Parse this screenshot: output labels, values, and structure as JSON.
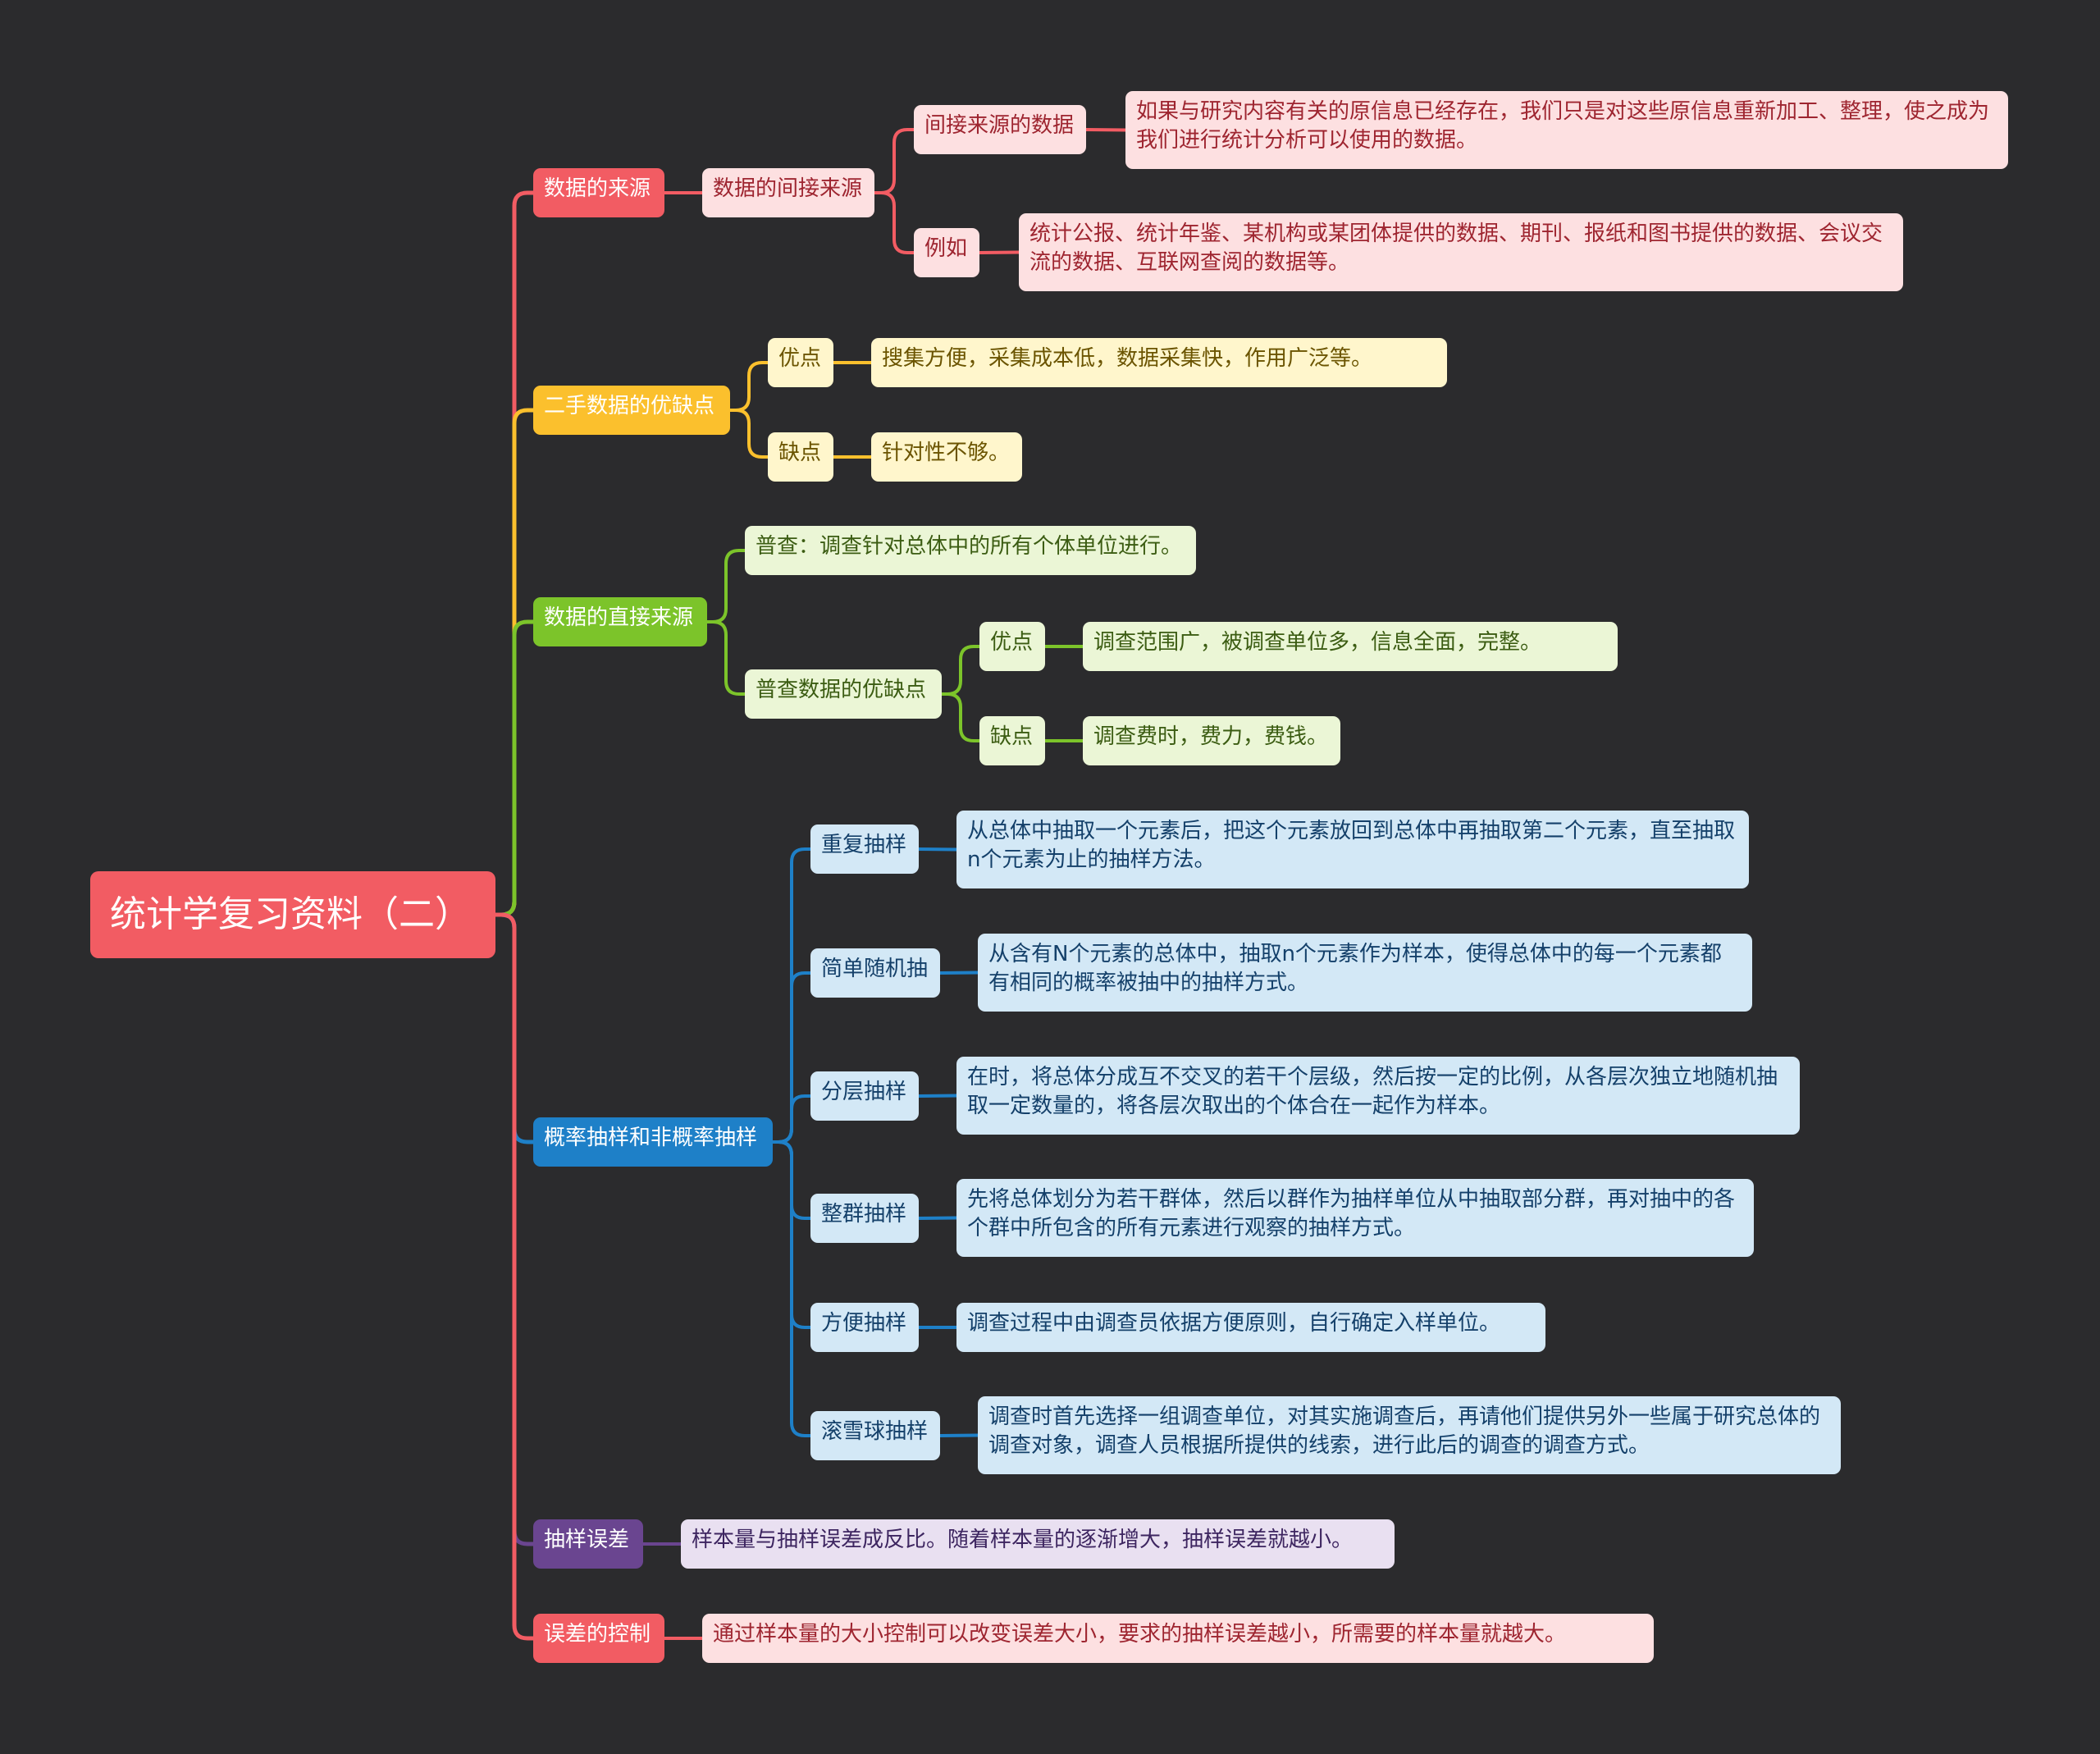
{
  "colors": {
    "background": "#2b2b2d",
    "red": "#f25c63",
    "red_light": "#fde0e1",
    "red_text": "#9e2530",
    "yellow": "#fbc02d",
    "yellow_light": "#fff6cc",
    "yellow_text": "#6b5400",
    "green": "#7cc42a",
    "green_light": "#ebf6d6",
    "green_text": "#3b5c12",
    "blue": "#1e80c8",
    "blue_light": "#d3e8f6",
    "blue_text": "#14406a",
    "purple": "#6a4590",
    "purple_light": "#e9e0f1",
    "purple_text": "#3d2560"
  },
  "mindmap": {
    "root": "统计学复习资料（二）",
    "branches": [
      {
        "label": "数据的来源",
        "color": "red",
        "children": [
          {
            "label": "数据的间接来源",
            "children": [
              {
                "label": "间接来源的数据",
                "children": [
                  {
                    "label": "如果与研究内容有关的原信息已经存在，我们只是对这些原信息重新加工、整理，使之成为我们进行统计分析可以使用的数据。"
                  }
                ]
              },
              {
                "label": "例如",
                "children": [
                  {
                    "label": "统计公报、统计年鉴、某机构或某团体提供的数据、期刊、报纸和图书提供的数据、会议交流的数据、互联网查阅的数据等。"
                  }
                ]
              }
            ]
          }
        ]
      },
      {
        "label": "二手数据的优缺点",
        "color": "yellow",
        "children": [
          {
            "label": "优点",
            "children": [
              {
                "label": "搜集方便，采集成本低，数据采集快，作用广泛等。"
              }
            ]
          },
          {
            "label": "缺点",
            "children": [
              {
                "label": "针对性不够。"
              }
            ]
          }
        ]
      },
      {
        "label": "数据的直接来源",
        "color": "green",
        "children": [
          {
            "label": "普查：调查针对总体中的所有个体单位进行。"
          },
          {
            "label": "普查数据的优缺点",
            "children": [
              {
                "label": "优点",
                "children": [
                  {
                    "label": "调查范围广，被调查单位多，信息全面，完整。"
                  }
                ]
              },
              {
                "label": "缺点",
                "children": [
                  {
                    "label": "调查费时，费力，费钱。"
                  }
                ]
              }
            ]
          }
        ]
      },
      {
        "label": "概率抽样和非概率抽样",
        "color": "blue",
        "children": [
          {
            "label": "重复抽样",
            "children": [
              {
                "label": "从总体中抽取一个元素后，把这个元素放回到总体中再抽取第二个元素，直至抽取n个元素为止的抽样方法。"
              }
            ]
          },
          {
            "label": "简单随机抽",
            "children": [
              {
                "label": "从含有N个元素的总体中，抽取n个元素作为样本，使得总体中的每一个元素都有相同的概率被抽中的抽样方式。"
              }
            ]
          },
          {
            "label": "分层抽样",
            "children": [
              {
                "label": "在时，将总体分成互不交叉的若干个层级，然后按一定的比例，从各层次独立地随机抽取一定数量的，将各层次取出的个体合在一起作为样本。"
              }
            ]
          },
          {
            "label": "整群抽样",
            "children": [
              {
                "label": "先将总体划分为若干群体，然后以群作为抽样单位从中抽取部分群，再对抽中的各个群中所包含的所有元素进行观察的抽样方式。"
              }
            ]
          },
          {
            "label": "方便抽样",
            "children": [
              {
                "label": "调查过程中由调查员依据方便原则，自行确定入样单位。"
              }
            ]
          },
          {
            "label": "滚雪球抽样",
            "children": [
              {
                "label": "调查时首先选择一组调查单位，对其实施调查后，再请他们提供另外一些属于研究总体的调查对象，调查人员根据所提供的线索，进行此后的调查的调查方式。"
              }
            ]
          }
        ]
      },
      {
        "label": "抽样误差",
        "color": "purple",
        "children": [
          {
            "label": "样本量与抽样误差成反比。随着样本量的逐渐增大，抽样误差就越小。"
          }
        ]
      },
      {
        "label": "误差的控制",
        "color": "red",
        "children": [
          {
            "label": "通过样本量的大小控制可以改变误差大小，要求的抽样误差越小，所需要的样本量就越大。"
          }
        ]
      }
    ]
  }
}
